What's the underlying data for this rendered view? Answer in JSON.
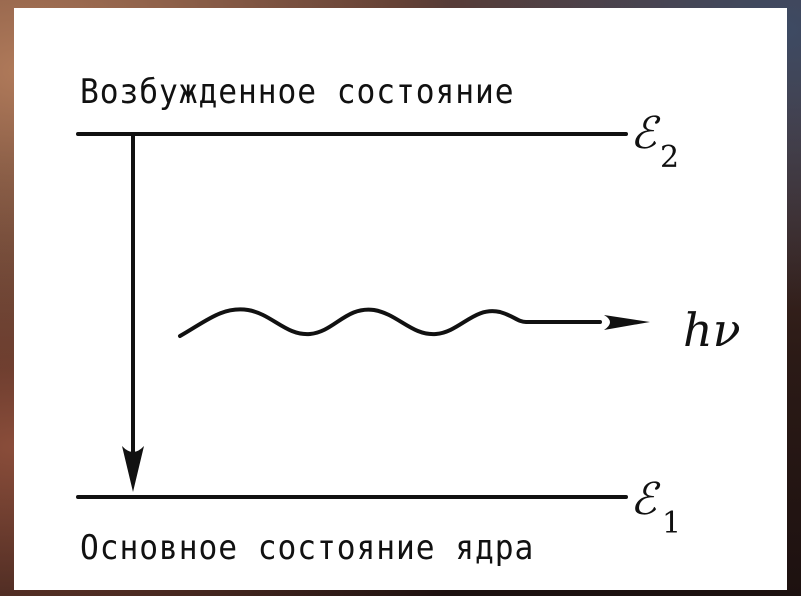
{
  "diagram": {
    "excited_state_label": "Возбужденное состояние",
    "ground_state_label": "Основное состояние ядра",
    "upper_level": {
      "symbol": "ℰ",
      "subscript": "2"
    },
    "lower_level": {
      "symbol": "ℰ",
      "subscript": "1"
    },
    "photon_label": "hν",
    "colors": {
      "ink": "#111111",
      "panel": "#ffffff"
    }
  }
}
